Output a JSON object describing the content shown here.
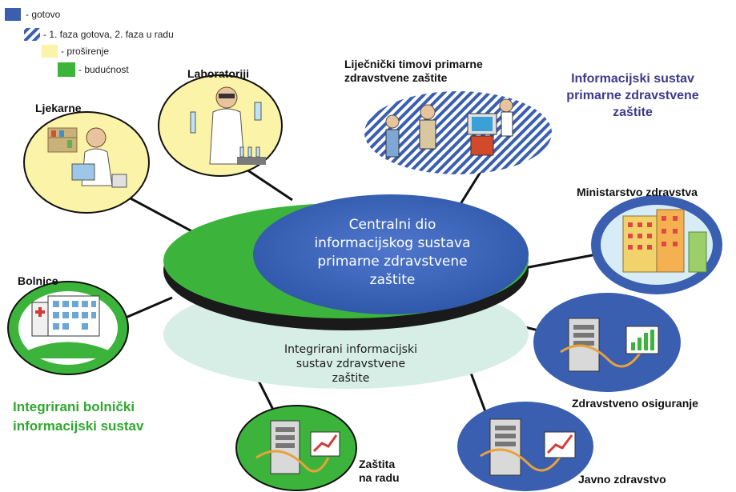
{
  "legend": [
    {
      "label": "- gotovo",
      "pattern": "solid-blue",
      "color": "#3a5fb0"
    },
    {
      "label": "- 1. faza gotova, 2. faza u radu",
      "pattern": "hatched-blue",
      "color": "#3a5fb0"
    },
    {
      "label": "- proširenje",
      "pattern": "solid-yellow",
      "color": "#fbf4a8"
    },
    {
      "label": "- budućnost",
      "pattern": "solid-green",
      "color": "#3cb43c"
    }
  ],
  "center": {
    "lines": [
      "Centralni dio",
      "informacijskog sustava",
      "primarne zdravstvene",
      "zaštite"
    ]
  },
  "integrated": {
    "lines": [
      "Integrirani  informacijski",
      "sustav  zdravstvene",
      "zaštite"
    ]
  },
  "nodes": {
    "ljekarne": {
      "label": "Ljekarne",
      "icon": "pharmacist-icon",
      "status": "proširenje"
    },
    "laboratoriji": {
      "label": "Laboratoriji",
      "icon": "lab-scientist-icon",
      "status": "proširenje"
    },
    "timovi": {
      "lines": [
        "Liječnički timovi primarne",
        "zdravstvene zaštite"
      ],
      "icon": "doctors-computer-icon",
      "status": "1. faza gotova, 2. faza u radu"
    },
    "ministarstvo": {
      "label": "Ministarstvo zdravstva",
      "icon": "building-icon",
      "status": "gotovo"
    },
    "bolnice": {
      "label": "Bolnice",
      "icon": "hospital-icon",
      "status": "budućnost"
    },
    "osiguranje": {
      "label": "Zdravstveno osiguranje",
      "icon": "server-chart-icon",
      "status": "gotovo"
    },
    "javno": {
      "label": "Javno zdravstvo",
      "icon": "server-chart-icon",
      "status": "gotovo"
    },
    "zastita": {
      "lines": [
        "Zaštita",
        "na radu"
      ],
      "icon": "server-chart-icon",
      "status": "budućnost"
    }
  },
  "captions": {
    "primarni": {
      "lines": [
        "Informacijski sustav",
        "primarne zdravstvene",
        "zaštite"
      ],
      "color": "#3d3a8c"
    },
    "bolnicki": {
      "lines": [
        "Integrirani bolnički",
        "informacijski sustav"
      ],
      "color": "#2fa82f"
    }
  }
}
